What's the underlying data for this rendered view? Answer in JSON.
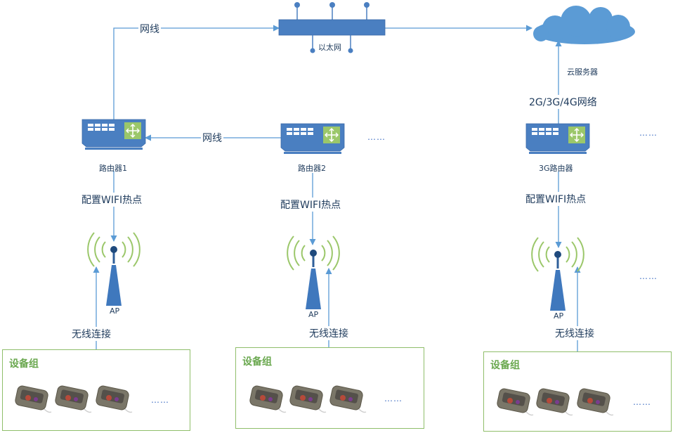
{
  "ethernet": {
    "label": "以太网"
  },
  "cloud": {
    "label": "云服务器"
  },
  "links": {
    "net_top": "网线",
    "net_mid": "网线",
    "mobile": "2G/3G/4G网络",
    "wifi_1": "配置WIFI热点",
    "wifi_2": "配置WIFI热点",
    "wifi_3": "配置WIFI热点",
    "wireless_1": "无线连接",
    "wireless_2": "无线连接",
    "wireless_3": "无线连接"
  },
  "routers": [
    {
      "label": "路由器1"
    },
    {
      "label": "路由器2"
    },
    {
      "label": "3G路由器"
    }
  ],
  "aps": [
    {
      "label": "AP"
    },
    {
      "label": "AP"
    },
    {
      "label": "AP"
    }
  ],
  "groups": [
    {
      "title": "设备组",
      "more": "……"
    },
    {
      "title": "设备组",
      "more": "……"
    },
    {
      "title": "设备组",
      "more": "……"
    }
  ],
  "ellipsis": {
    "router_row_mid": "……",
    "router_row_right": "……",
    "ap_row_right": "……"
  },
  "colors": {
    "device_blue": "#4a7fc1",
    "line_blue": "#5b9bd5",
    "signal_green": "#9bc76a",
    "group_border": "#8fbe6a"
  }
}
